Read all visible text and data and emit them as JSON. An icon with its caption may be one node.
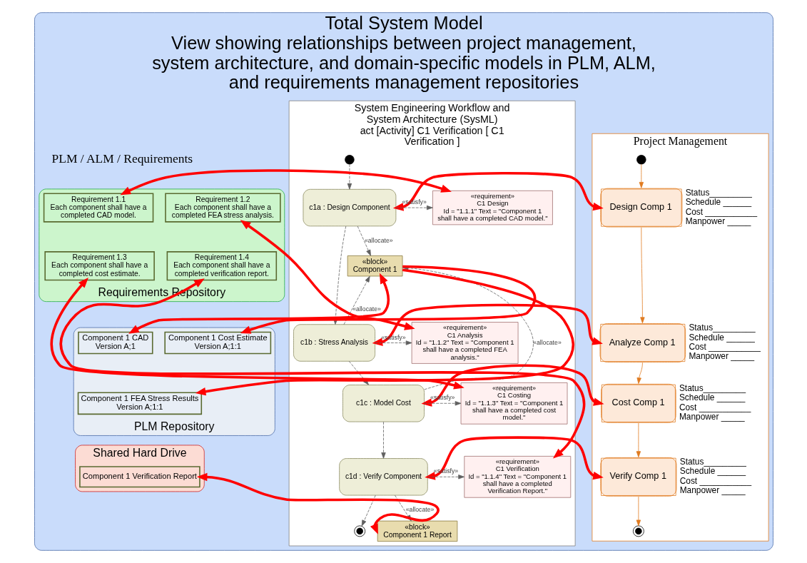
{
  "diagram": {
    "nodes": [
      {
        "text": [
          "Total System Model",
          "View showing relationships between project management, system architecture, and domain-specific models in PLM, ALM, and requirements management repositories"
        ]
      },
      {
        "text": [
          "Project Management"
        ],
        "in": 0
      },
      {
        "text": [],
        "shape": "circle",
        "in": 1
      },
      {
        "text": [
          "Design Comp 1"
        ],
        "in": 1,
        "beside": [
          "Status_________",
          "Schedule ______",
          "Cost ___________",
          "Manpower _____"
        ]
      },
      {
        "text": [
          "Analyze Comp 1"
        ],
        "in": 1,
        "beside": [
          "Status_________",
          "Schedule ______",
          "Cost ___________",
          "Manpower _____"
        ]
      },
      {
        "text": [
          "Cost Comp 1"
        ],
        "in": 1,
        "beside": [
          "Status_________",
          "Schedule ______",
          "Cost ___________",
          "Manpower _____"
        ]
      },
      {
        "text": [
          "Verify Comp 1"
        ],
        "in": 1,
        "beside": [
          "Status_________",
          "Schedule ______",
          "Cost ___________",
          "Manpower _____"
        ]
      },
      {
        "text": [],
        "shape": "bullseye",
        "in": 1
      },
      {
        "text": [
          "System Engineering Workflow and System Architecture (SysML)",
          "act [Activity] C1 Verification [ C1 Verification ]"
        ],
        "in": 0
      },
      {
        "text": [],
        "shape": "circle",
        "in": 8
      },
      {
        "text": [
          "c1a : Design Component"
        ],
        "in": 8
      },
      {
        "text": [
          "c1b : Stress Analysis"
        ],
        "in": 8
      },
      {
        "text": [
          "c1c : Model Cost"
        ],
        "in": 8
      },
      {
        "text": [
          "c1d : Verify Component"
        ],
        "in": 8
      },
      {
        "text": [],
        "shape": "bullseye",
        "in": 8
      },
      {
        "text": [
          "«requirement»",
          "C1 Design",
          "Id = \"1.1.1\" Text = \"Component 1 shall have a completed CAD model.\""
        ],
        "in": 8
      },
      {
        "text": [
          "«block»",
          "Component 1"
        ],
        "in": 8
      },
      {
        "text": [
          "«requirement»",
          "C1 Analysis",
          "Id = \"1.1.2\" Text = \"Component 1 shall have a completed FEA analysis.\""
        ],
        "in": 8
      },
      {
        "text": [
          "«requirement»",
          "C1 Costing",
          "Id = \"1.1.3\" Text = \"Component 1 shall have a completed cost model.\""
        ],
        "in": 8
      },
      {
        "text": [
          "«requirement»",
          "C1 Verification",
          "Id = \"1.1.4\" Text = \"Component 1 shall have a completed Verification Report.\""
        ],
        "in": 8
      },
      {
        "text": [
          "«block»",
          "Component 1 Report"
        ],
        "in": 8
      },
      {
        "text": [
          "Requirements Repository"
        ],
        "in": 0
      },
      {
        "text": [
          "Requirement 1.1",
          "Each component shall have a completed CAD model."
        ],
        "in": 21
      },
      {
        "text": [
          "Requirement 1.2",
          "Each component shall have a completed FEA stress analysis."
        ],
        "in": 21
      },
      {
        "text": [
          "Requirement 1.3",
          "Each component shall have a completed cost estimate."
        ],
        "in": 21
      },
      {
        "text": [
          "Requirement 1.4",
          "Each component shall have a completed verification report."
        ],
        "in": 21
      },
      {
        "text": [
          "PLM Repository"
        ],
        "in": 0
      },
      {
        "text": [
          "Component 1 CAD",
          "Version A;1"
        ],
        "in": 26
      },
      {
        "text": [
          "Component 1 Cost Estimate",
          "Version A;1:1"
        ],
        "in": 26
      },
      {
        "text": [
          "Component 1 FEA Stress Results",
          "Version A;1:1"
        ],
        "in": 26
      },
      {
        "text": [
          "Shared Hard Drive"
        ],
        "in": 0
      },
      {
        "text": [
          "Component 1 Verification Report"
        ],
        "in": 30
      }
    ],
    "edges": [
      {
        "from": 2,
        "to": 3,
        "arrow": "to",
        "color": "#e07b20"
      },
      {
        "from": 3,
        "to": 4,
        "arrow": "to",
        "color": "#e07b20"
      },
      {
        "from": 4,
        "to": 5,
        "arrow": "to",
        "color": "#e07b20"
      },
      {
        "from": 5,
        "to": 6,
        "arrow": "to",
        "color": "#e07b20"
      },
      {
        "from": 6,
        "to": 7,
        "arrow": "to",
        "color": "#e07b20"
      },
      {
        "from": 9,
        "to": 10,
        "arrow": "to",
        "style": "dashed"
      },
      {
        "from": 10,
        "to": 11,
        "arrow": "to",
        "style": "dashed"
      },
      {
        "from": 11,
        "to": 12,
        "arrow": "to",
        "style": "dashed"
      },
      {
        "from": 12,
        "to": 13,
        "arrow": "to",
        "style": "dashed"
      },
      {
        "from": 13,
        "to": 14,
        "arrow": "to",
        "style": "dashed"
      },
      {
        "from": 10,
        "to": 15,
        "arrow": "to",
        "label": "«satisfy»",
        "style": "dashed"
      },
      {
        "from": 10,
        "to": 16,
        "arrow": "to",
        "label": "«allocate»",
        "style": "dashed"
      },
      {
        "from": 11,
        "to": 16,
        "arrow": "to",
        "label": "«allocate»",
        "style": "dashed"
      },
      {
        "from": 11,
        "to": 17,
        "arrow": "to",
        "label": "«satisfy»",
        "style": "dashed"
      },
      {
        "from": 12,
        "to": 16,
        "arrow": "to",
        "label": "«allocate»",
        "style": "dashed"
      },
      {
        "from": 12,
        "to": 18,
        "arrow": "to",
        "label": "«satisfy»",
        "style": "dashed"
      },
      {
        "from": 13,
        "to": 19,
        "arrow": "to",
        "label": "«satisfy»",
        "style": "dashed"
      },
      {
        "from": 13,
        "to": 20,
        "arrow": "to",
        "label": "«allocate»",
        "style": "dashed"
      },
      {
        "from": 3,
        "to": 10,
        "arrow": "both",
        "style": "thick",
        "color": "#ff0000"
      },
      {
        "from": 4,
        "to": 11,
        "arrow": "both",
        "style": "thick",
        "color": "#ff0000"
      },
      {
        "from": 5,
        "to": 12,
        "arrow": "both",
        "style": "thick",
        "color": "#ff0000"
      },
      {
        "from": 6,
        "to": 13,
        "arrow": "both",
        "style": "thick",
        "color": "#ff0000"
      },
      {
        "from": 15,
        "to": 22,
        "arrow": "both",
        "style": "thick",
        "color": "#ff0000"
      },
      {
        "from": 17,
        "to": 23,
        "arrow": "both",
        "style": "thick",
        "color": "#ff0000"
      },
      {
        "from": 18,
        "to": 24,
        "arrow": "both",
        "style": "thick",
        "color": "#ff0000"
      },
      {
        "from": 19,
        "to": 25,
        "arrow": "both",
        "style": "thick",
        "color": "#ff0000"
      },
      {
        "from": 16,
        "to": 27,
        "arrow": "both",
        "style": "thick",
        "color": "#ff0000"
      },
      {
        "from": 16,
        "to": 28,
        "arrow": "to",
        "style": "thick",
        "color": "#ff0000"
      },
      {
        "from": 16,
        "to": 29,
        "arrow": "to",
        "style": "thick",
        "color": "#ff0000"
      },
      {
        "from": 20,
        "to": 31,
        "arrow": "both",
        "style": "thick",
        "color": "#ff0000"
      }
    ],
    "labels": [
      "PLM / ALM / Requirements"
    ]
  }
}
